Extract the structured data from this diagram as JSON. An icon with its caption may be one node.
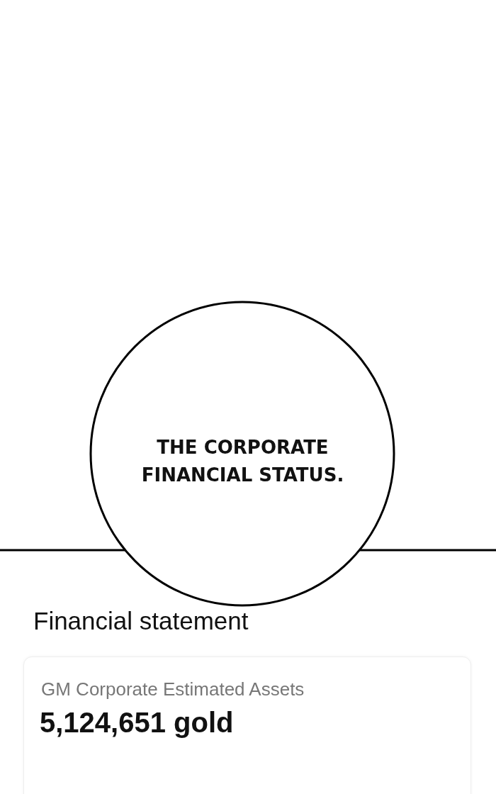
{
  "diagram": {
    "nodes": [
      {
        "text": [
          "THE CORPORATE FINANCIAL STATUS."
        ]
      },
      {
        "text": [
          "GM Corporate Estimated Assets",
          "5,124,651 gold"
        ]
      }
    ],
    "labels": [
      "Financial statement"
    ]
  }
}
